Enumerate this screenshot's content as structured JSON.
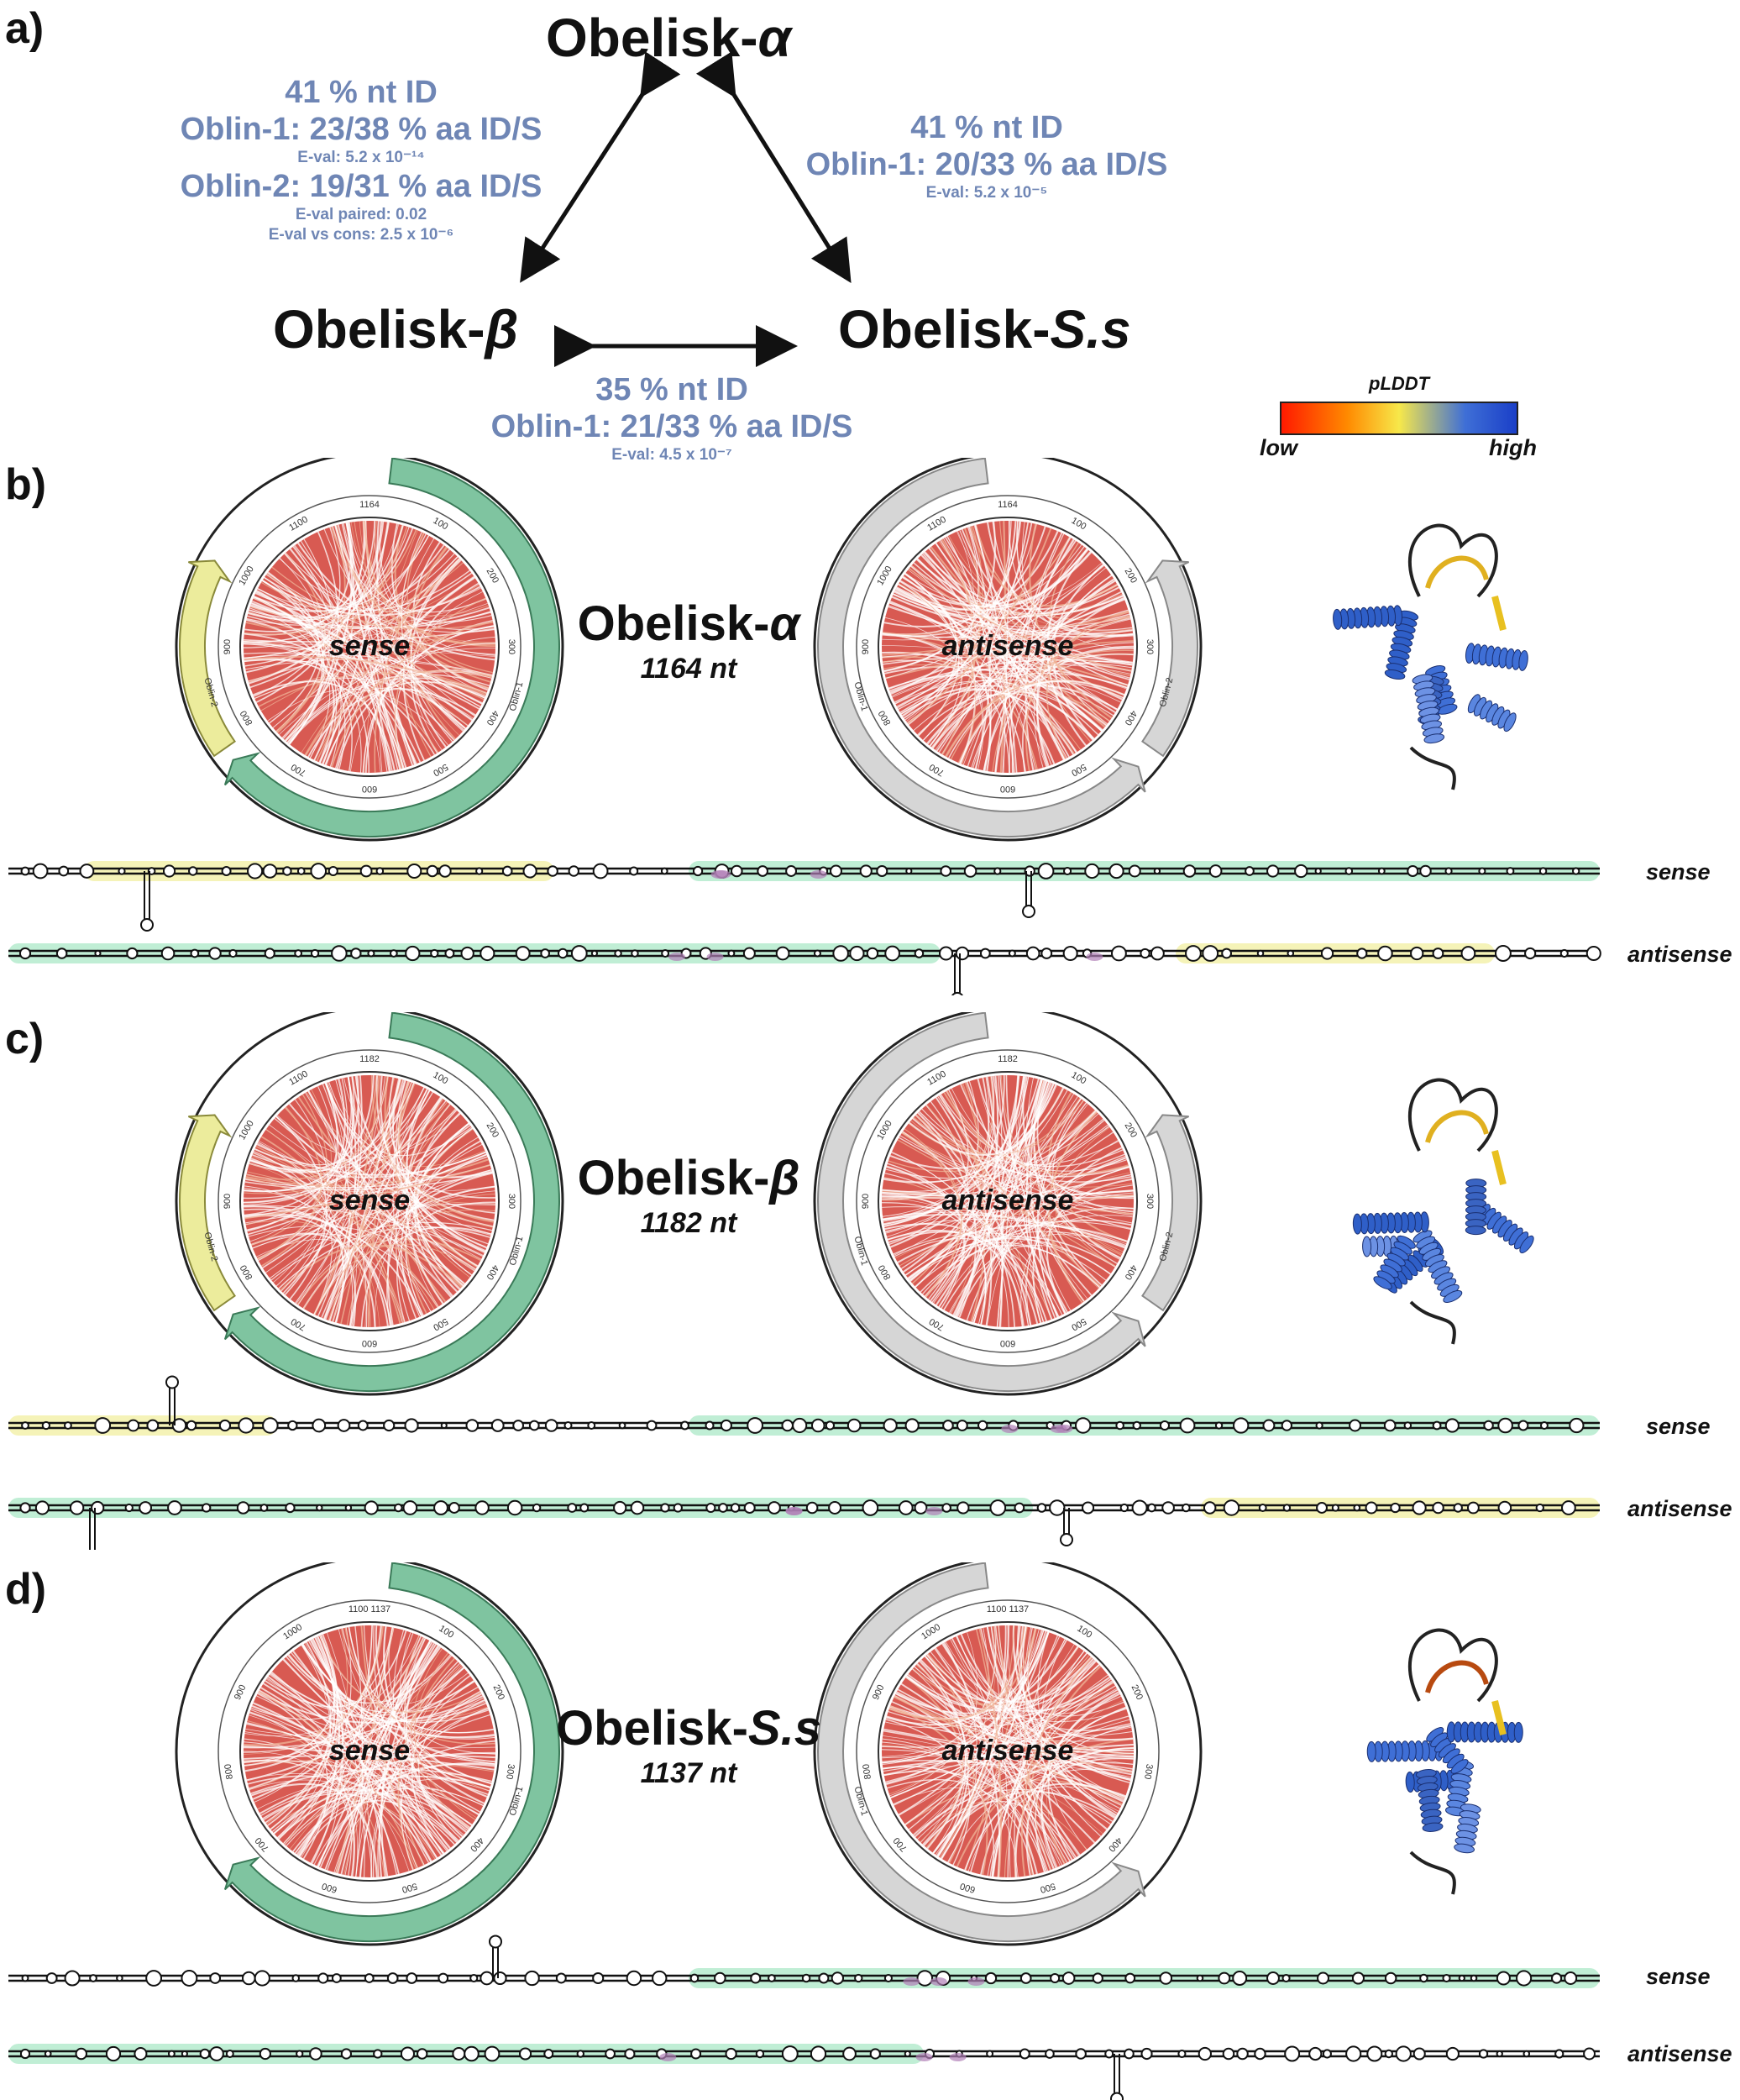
{
  "panel_labels": [
    "a)",
    "b)",
    "c)",
    "d)"
  ],
  "nodes": {
    "alpha": {
      "name": "Obelisk-",
      "greek": "α"
    },
    "beta": {
      "name": "Obelisk-",
      "greek": "β"
    },
    "ss": {
      "name": "Obelisk-",
      "greek": "S.s"
    }
  },
  "edges": {
    "alpha_beta": {
      "nt": "41 % nt ID",
      "oblin1": "Oblin-1: 23/38 % aa ID/S",
      "eval1": "E-val: 5.2 x 10⁻¹⁴",
      "oblin2": "Oblin-2: 19/31 % aa ID/S",
      "eval_paired": "E-val paired: 0.02",
      "eval_cons": "E-val vs cons: 2.5 x 10⁻⁶"
    },
    "alpha_ss": {
      "nt": "41 % nt ID",
      "oblin1": "Oblin-1: 20/33 % aa ID/S",
      "eval1": "E-val: 5.2 x 10⁻⁵"
    },
    "beta_ss": {
      "nt": "35 % nt ID",
      "oblin1": "Oblin-1: 21/33 % aa ID/S",
      "eval1": "E-val: 4.5 x 10⁻⁷"
    }
  },
  "legend": {
    "title": "pLDDT",
    "low": "low",
    "high": "high",
    "colors": [
      "#ff1a00",
      "#ff8a00",
      "#f7e84a",
      "#3f6fd6",
      "#1a3fc8"
    ]
  },
  "panels": [
    {
      "name": "Obelisk-",
      "greek": "α",
      "length": "1164 nt",
      "sense_label": "sense",
      "antisense_label": "antisense",
      "track_sense": "sense",
      "track_antisense": "antisense",
      "ticks": [
        "1164",
        "1100",
        "1000",
        "900",
        "800",
        "700",
        "600",
        "500",
        "400",
        "300",
        "200",
        "100"
      ],
      "genes": [
        "Oblin-1",
        "Oblin-2"
      ],
      "has_oblin2": true
    },
    {
      "name": "Obelisk-",
      "greek": "β",
      "length": "1182 nt",
      "sense_label": "sense",
      "antisense_label": "antisense",
      "track_sense": "sense",
      "track_antisense": "antisense",
      "ticks": [
        "1182",
        "1100",
        "1000",
        "900",
        "800",
        "700",
        "600",
        "500",
        "400",
        "300",
        "200",
        "100"
      ],
      "genes": [
        "Oblin-1",
        "Oblin-2"
      ],
      "has_oblin2": true
    },
    {
      "name": "Obelisk-",
      "greek": "S.s",
      "length": "1137 nt",
      "sense_label": "sense",
      "antisense_label": "antisense",
      "track_sense": "sense",
      "track_antisense": "antisense",
      "ticks": [
        "1100 1137",
        "1000",
        "900",
        "800",
        "700",
        "600",
        "500",
        "400",
        "300",
        "200",
        "100"
      ],
      "genes": [
        "Oblin-1"
      ],
      "has_oblin2": false
    }
  ],
  "colors": {
    "stat_text": "#6f86b5",
    "oblin1": "#7fc4a0",
    "oblin2": "#ecec9c",
    "antisense_ring": "#d6d6d6",
    "chord": "#d9534f",
    "chord_light": "#f0b59a",
    "highlight_green": "#b9ecd0",
    "highlight_yellow": "#f4f2b0",
    "highlight_purple": "#b07fb6"
  }
}
